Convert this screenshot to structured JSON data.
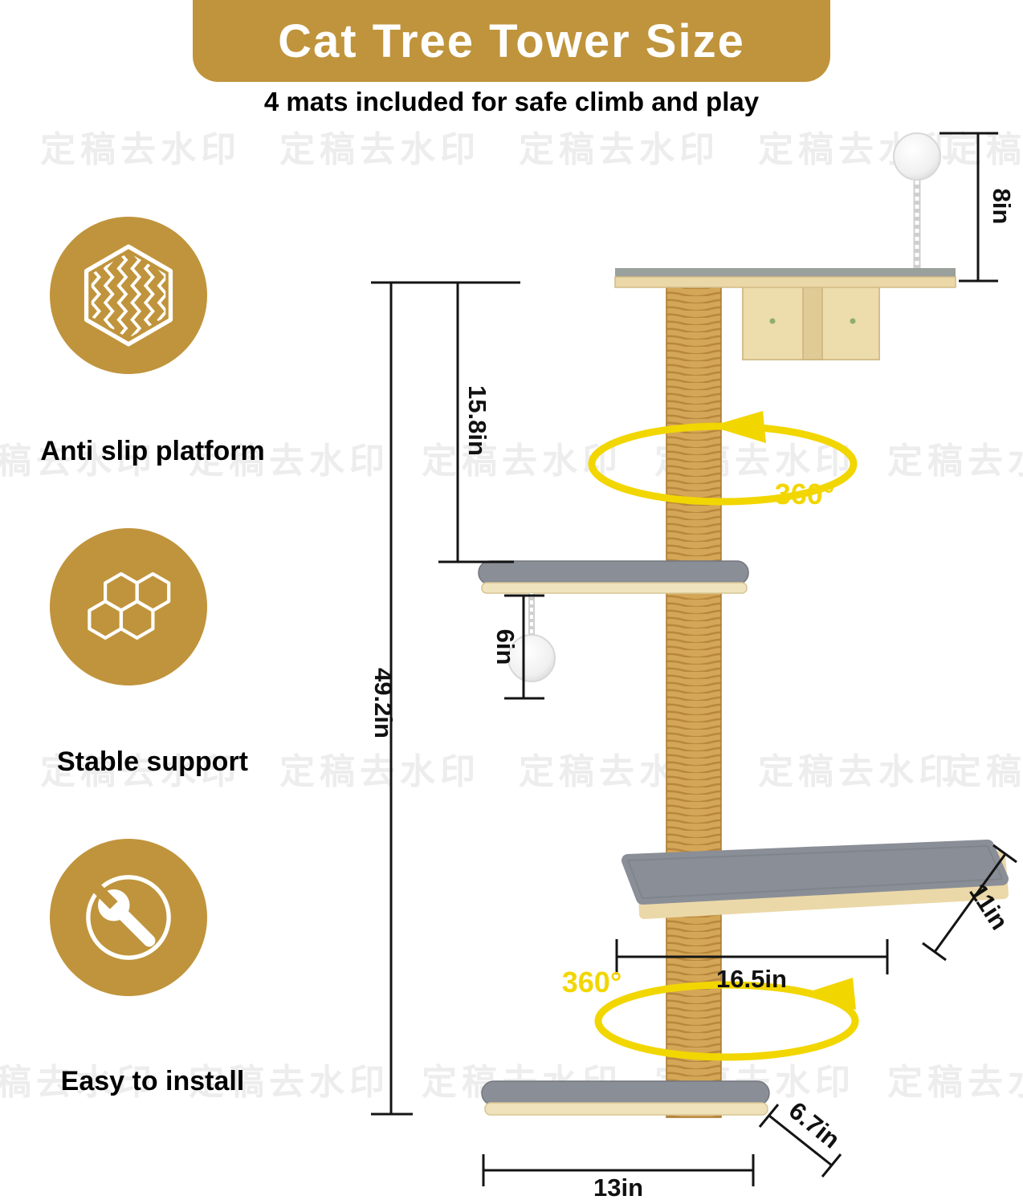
{
  "header": {
    "title": "Cat Tree Tower Size",
    "subtitle": "4 mats included for safe climb and play"
  },
  "features": [
    {
      "label": "Anti slip platform",
      "icon": "anti-slip-pattern-icon"
    },
    {
      "label": "Stable support",
      "icon": "honeycomb-icon"
    },
    {
      "label": "Easy to install",
      "icon": "wrench-icon"
    }
  ],
  "dimensions": {
    "total_height": "49.2in",
    "top_section_height": "15.8in",
    "top_toy_height": "8in",
    "mid_toy_drop": "6in",
    "large_platform_width": "16.5in",
    "large_platform_depth": "11in",
    "base_depth": "6.7in",
    "base_width": "13in"
  },
  "rotation": {
    "label": "360°"
  },
  "watermark": {
    "text": "定稿去水印"
  },
  "colors": {
    "gold": "#C0943C",
    "yellow": "#F2D600",
    "platform-gray": "#8A8E96",
    "wood": "#EBD8A8",
    "sisal": "#D2A455"
  }
}
